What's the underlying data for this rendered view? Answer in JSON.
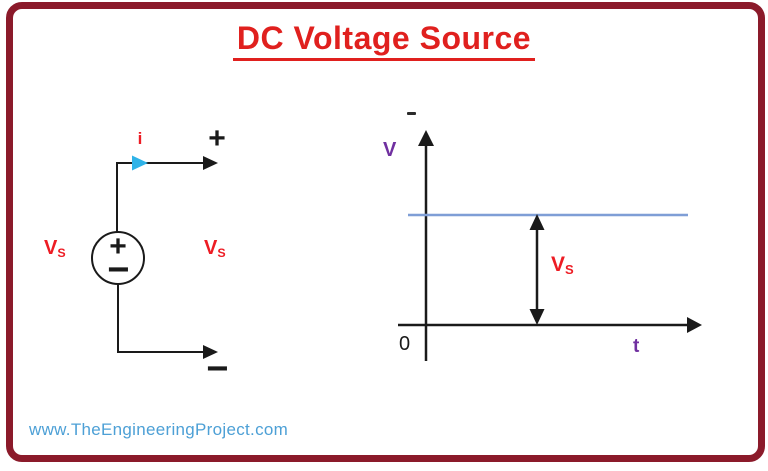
{
  "title": {
    "text": "DC Voltage Source"
  },
  "watermark": {
    "text": "www.TheEngineeringProject.com"
  },
  "colors": {
    "border": "#8B1A2A",
    "title_red": "#E0201E",
    "label_red": "#ED1C24",
    "purple": "#7030A0",
    "cyan": "#2FB3E8",
    "line_blue": "#7F9ED6",
    "watermark_blue": "#4DA0D6",
    "ink": "#1a1a1a"
  },
  "circuit": {
    "current_label": "i",
    "positive_terminal": "+",
    "negative_terminal": "−",
    "source_positive": "+",
    "source_negative": "−",
    "source_label_main": "V",
    "source_label_sub": "S",
    "terminal_voltage_main": "V",
    "terminal_voltage_sub": "S"
  },
  "graph": {
    "y_axis_label": "V",
    "x_axis_label": "t",
    "origin_label": "0",
    "amplitude_main": "V",
    "amplitude_sub": "S",
    "waveform": "constant DC level equal to VS for all t ≥ 0"
  }
}
